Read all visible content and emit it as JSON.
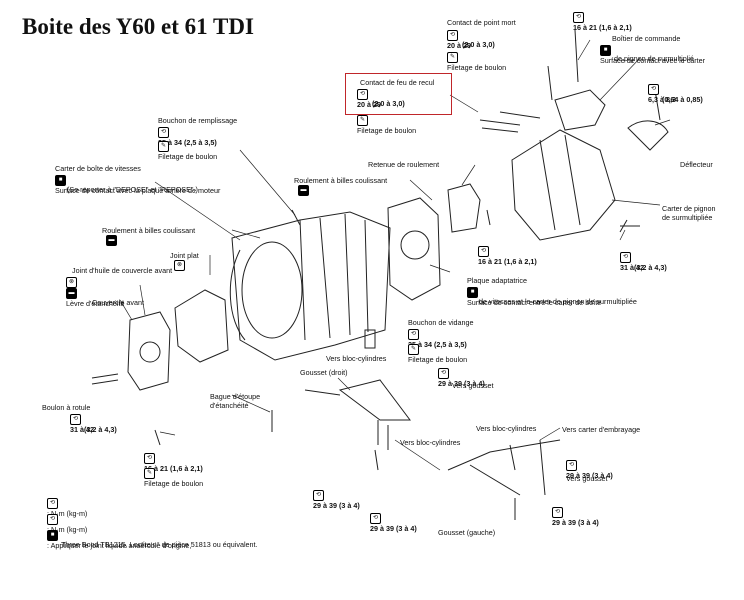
{
  "title": "Boite des Y60 et 61 TDI",
  "labels": {
    "contact_point_mort": "Contact de point mort",
    "cpm_torque": "20 à 29",
    "cpm_torque2": "(2,0 à 3,0)",
    "cpm_filetage": "Filetage de boulon",
    "top_torque": "16 à 21 (1,6 à 2,1)",
    "boitier_cmd": "Boîtier de commande",
    "boitier_cmd_note1": "Surface de contact avec le carter",
    "boitier_cmd_note2": "de pignon de surmultiplié",
    "right_torque1": "6,3 à 8,3",
    "right_torque2": "(0,64 à 0,85)",
    "deflecteur": "Déflecteur",
    "carter_pignon1": "Carter de pignon",
    "carter_pignon2": "de surmultipliée",
    "right_torque3": "31 à 42",
    "right_torque4": "(3,2 à 4,3)",
    "contact_feu": "Contact de feu de recul",
    "feu_torque": "20 à 29",
    "feu_torque2": "(2,0 à 3,0)",
    "feu_filetage": "Filetage de boulon",
    "bouchon_remplissage": "Bouchon de remplissage",
    "br_torque": "25 à 34 (2,5 à 3,5)",
    "br_filetage": "Filetage de boulon",
    "carter_boite": "Carter de boîte de vitesses",
    "carter_boite_note1": "Surface de contact avec la plaque arrière de moteur",
    "carter_boite_note2": "(Se reporter à \"DEPOSE\" et \"REPOSE\".)",
    "retenue_roulement": "Retenue de roulement",
    "roulement_billes": "Roulement à billes coulissant",
    "roulement_billes2": "Roulement à billes coulissant",
    "mid_torque": "16 à 21 (1,6 à 2,1)",
    "plaque_adapt": "Plaque adaptatrice",
    "plaque_note1": "Surface de contact entre le carter de boîte",
    "plaque_note2": "de vitesses et le carter de pignon de surmultipliée",
    "joint_plat": "Joint plat",
    "joint_huile": "Joint d'huile de couvercle avant",
    "levre": "Lèvre d'étanchéité",
    "couvercle_avant": "Couvercle avant",
    "bouchon_vidange": "Bouchon de vidange",
    "bv_torque": "25 à 34 (2,5 à 3,5)",
    "bv_filetage": "Filetage de boulon",
    "vers_bloc1": "Vers bloc-cylindres",
    "gousset_droit": "Gousset (droit)",
    "gd_torque": "29 à 39 (3 à 4)",
    "vers_gousset1": "Vers gousset",
    "boulon_rotule": "Boulon à rotule",
    "br2_torque1": "31 à 42",
    "br2_torque2": "(3,2 à 4,3)",
    "bague": "Bague d'étoupe",
    "bague2": "d'étanchéité",
    "vers_bloc2": "Vers bloc-cylindres",
    "vers_bloc3": "Vers bloc-cylindres",
    "vers_carter_emb": "Vers carter d'embrayage",
    "right_bolt_torque": "29 à 39 (3 à 4)",
    "vers_gousset2": "Vers gousset",
    "bottom_torque1": "16 à 21 (1,6 à 2,1)",
    "bottom_filetage": "Filetage de boulon",
    "low_torque_a": "29 à 39 (3 à 4)",
    "low_torque_b": "29 à 39 (3 à 4)",
    "low_torque_c": "29 à 39 (3 à 4)",
    "gousset_gauche": "Gousset (gauche)",
    "legend1": ": N·m (kg-m)",
    "legend2": ": N·m (kg-m)",
    "legend3": ": Appliquer le joint liquide anaérobie d'origine,",
    "legend4": "Three Bond TB1215, Loctite n° de pièce 51813 ou équivalent."
  },
  "highlight_color": "#c0262a"
}
